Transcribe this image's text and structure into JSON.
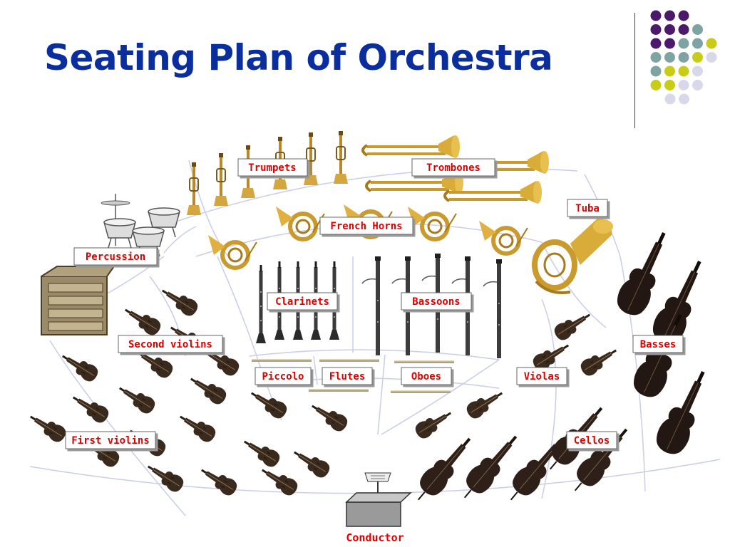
{
  "title": "Seating Plan of Orchestra",
  "colors": {
    "title": "#0b2e9e",
    "label_text": "#e00000",
    "label_box": "#ffffff",
    "label_shadow": "#9a9a9a",
    "section_lines": "#c9cde8",
    "strings": "#3a2a1e",
    "brass": "#c99a2e",
    "woodwind": "#4a4a4a",
    "dot_purple": "#4b1a6b",
    "dot_teal": "#7fa3a3",
    "dot_yellow": "#c9cc16",
    "dot_lavender": "#d8d8ea"
  },
  "decor_dots": [
    [
      "purple",
      "purple",
      "purple"
    ],
    [
      "purple",
      "purple",
      "purple",
      "teal"
    ],
    [
      "purple",
      "purple",
      "teal",
      "teal",
      "yellow"
    ],
    [
      "teal",
      "teal",
      "teal",
      "yellow",
      "lavender"
    ],
    [
      "teal",
      "yellow",
      "yellow",
      "lavender"
    ],
    [
      "yellow",
      "yellow",
      "lavender",
      "lavender"
    ],
    [
      "lavender",
      "lavender"
    ]
  ],
  "sections": [
    {
      "id": "trumpets",
      "label": "Trumpets",
      "icon": "trumpet-icon"
    },
    {
      "id": "trombones",
      "label": "Trombones",
      "icon": "trombone-icon"
    },
    {
      "id": "tuba",
      "label": "Tuba",
      "icon": "tuba-icon"
    },
    {
      "id": "french-horns",
      "label": "French Horns",
      "icon": "french-horn-icon"
    },
    {
      "id": "percussion",
      "label": "Percussion",
      "icon": "timpani-icon"
    },
    {
      "id": "clarinets",
      "label": "Clarinets",
      "icon": "clarinet-icon"
    },
    {
      "id": "bassoons",
      "label": "Bassoons",
      "icon": "bassoon-icon"
    },
    {
      "id": "second-violins",
      "label": "Second violins",
      "icon": "violin-icon"
    },
    {
      "id": "basses",
      "label": "Basses",
      "icon": "double-bass-icon"
    },
    {
      "id": "piccolo",
      "label": "Piccolo",
      "icon": "piccolo-icon"
    },
    {
      "id": "flutes",
      "label": "Flutes",
      "icon": "flute-icon"
    },
    {
      "id": "oboes",
      "label": "Oboes",
      "icon": "oboe-icon"
    },
    {
      "id": "violas",
      "label": "Violas",
      "icon": "viola-icon"
    },
    {
      "id": "cellos",
      "label": "Cellos",
      "icon": "cello-icon"
    },
    {
      "id": "first-violins",
      "label": "First violins",
      "icon": "violin-icon"
    }
  ],
  "conductor": {
    "label": "Conductor",
    "icon": "conductor-podium-icon"
  }
}
